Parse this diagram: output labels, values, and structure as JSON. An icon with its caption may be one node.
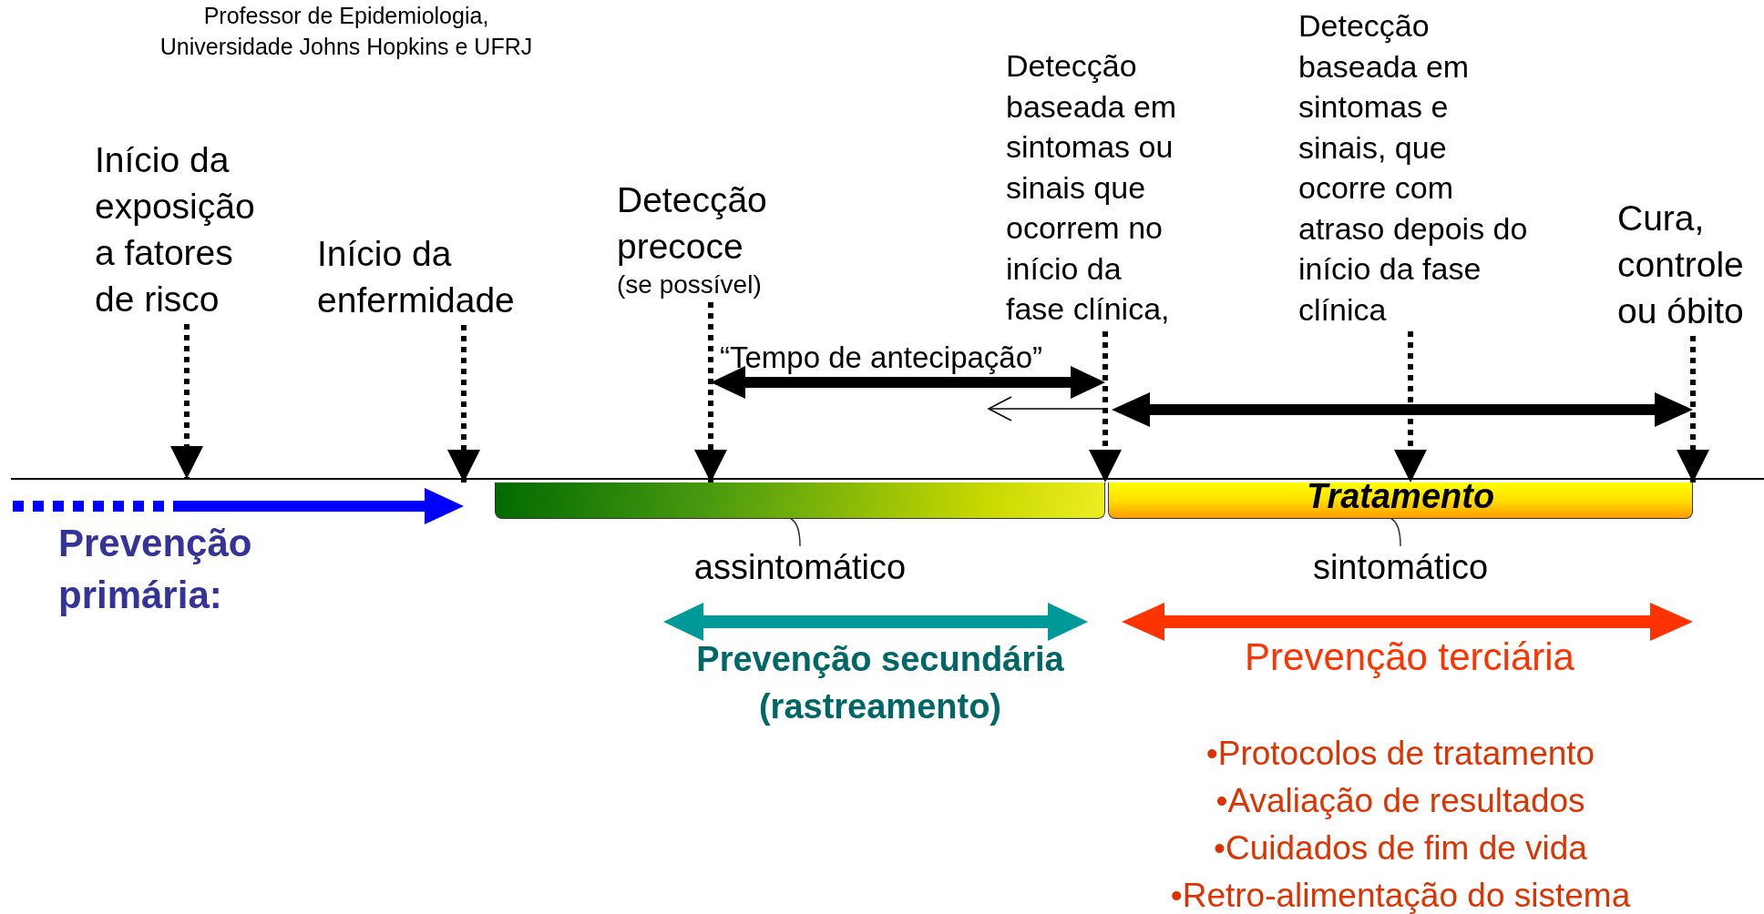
{
  "diagram": {
    "nodes": [
      {
        "text": [
          "Início da exposição a fatores de risco"
        ]
      },
      {
        "text": [
          "Início da enfermidade"
        ]
      },
      {
        "text": [
          "Detecção precoce",
          "(se possível)"
        ]
      },
      {
        "text": [
          "Detecção baseada em sintomas ou sinais que ocorrem no início da fase clínica,"
        ]
      },
      {
        "text": [
          "Detecção baseada em sintomas e sinais, que ocorre com atraso depois do início da fase clínica"
        ]
      },
      {
        "text": [
          "Cura, controle ou óbito"
        ]
      },
      {
        "text": [],
        "shape": "bar",
        "beside": [
          "assintomático"
        ]
      },
      {
        "text": [
          "Tratamento"
        ],
        "beside": [
          "sintomático"
        ]
      }
    ],
    "edges": [
      {
        "from": 0,
        "to": null,
        "arrow": "to",
        "style": "dashed"
      },
      {
        "from": 1,
        "to": 6,
        "arrow": "to",
        "style": "dashed"
      },
      {
        "from": 2,
        "to": 6,
        "arrow": "to",
        "style": "dashed"
      },
      {
        "from": 3,
        "to": 7,
        "arrow": "to",
        "style": "dashed"
      },
      {
        "from": 4,
        "to": 7,
        "arrow": "to",
        "style": "dashed"
      },
      {
        "from": 5,
        "to": 7,
        "arrow": "to",
        "style": "dashed"
      }
    ],
    "labels": [
      "Professor de Epidemiologia, Universidade Johns Hopkins e UFRJ",
      "“Tempo de antecipação”",
      "Prevenção primária:",
      "Prevenção secundária (rastreamento)",
      "Prevenção terciária",
      "•Protocolos de tratamento",
      "•Avaliação de resultados",
      "•Cuidados de fim de vida",
      "•Retro-alimentação do sistema"
    ]
  }
}
